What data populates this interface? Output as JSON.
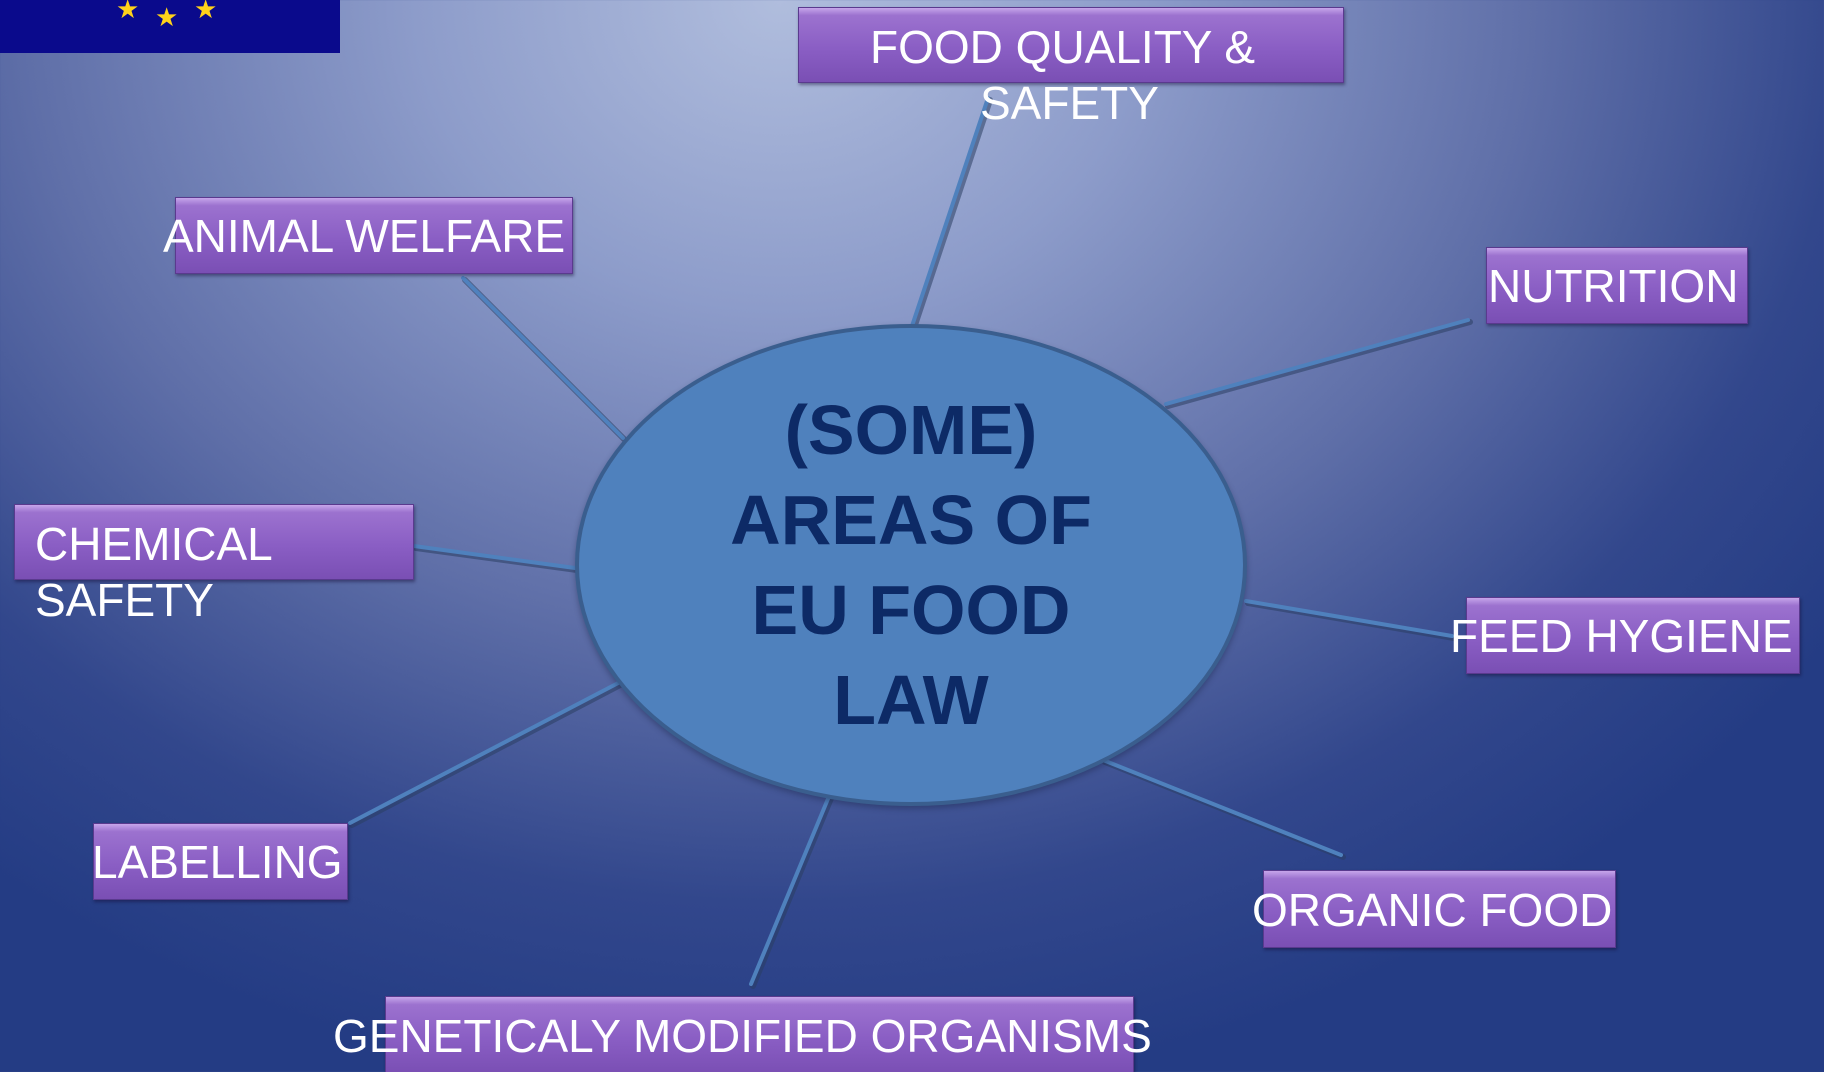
{
  "hub": {
    "title": "(SOME)\nAREAS  OF\nEU FOOD\nLAW"
  },
  "topics": {
    "food_quality_line1": "FOOD QUALITY &",
    "food_quality_line2": "SAFETY",
    "animal_welfare": "ANIMAL WELFARE",
    "nutrition": "NUTRITION",
    "chemical_safety_line1": "CHEMICAL",
    "chemical_safety_line2": "SAFETY",
    "feed_hygiene": "FEED HYGIENE",
    "labelling": "LABELLING",
    "organic_food": "ORGANIC FOOD",
    "gmo": "GENETICALY MODIFIED ORGANISMS"
  },
  "colors": {
    "box_fill": "#8a5ec4",
    "hub_fill": "#4f81bd",
    "hub_text": "#0d2a66",
    "connector": "#4f81bd",
    "flag_blue": "#0a0a8c",
    "flag_star": "#ffd21a"
  }
}
